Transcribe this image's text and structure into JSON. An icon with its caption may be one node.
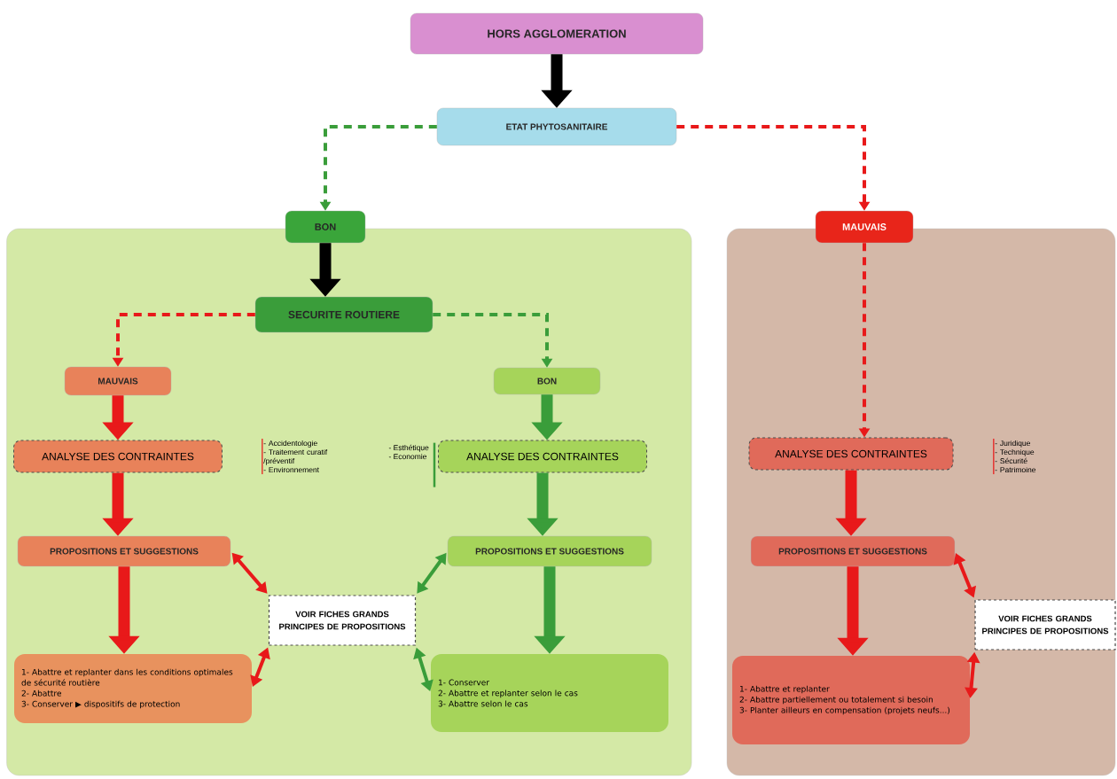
{
  "diagram": {
    "nodes": [
      {
        "text": [
          "HORS AGGLOMERATION"
        ]
      },
      {
        "text": [
          "ETAT PHYTOSANITAIRE"
        ]
      },
      {
        "text": [],
        "shape": "box"
      },
      {
        "text": [],
        "shape": "box"
      },
      {
        "text": [
          "BON"
        ]
      },
      {
        "text": [
          "MAUVAIS"
        ]
      },
      {
        "text": [
          "SECURITE ROUTIERE"
        ],
        "in": 2
      },
      {
        "text": [
          "MAUVAIS"
        ],
        "in": 2
      },
      {
        "text": [
          "BON"
        ],
        "in": 2
      },
      {
        "text": [
          "ANALYSE DES CONTRAINTES"
        ],
        "in": 2,
        "beside": [
          "- Accidentologie",
          "- Traitement curatif /préventif",
          "- Environnement"
        ]
      },
      {
        "text": [
          "ANALYSE DES CONTRAINTES"
        ],
        "in": 2,
        "beside": [
          "- Esthétique",
          "- Economie"
        ]
      },
      {
        "text": [
          "PROPOSITIONS ET SUGGESTIONS"
        ],
        "in": 2
      },
      {
        "text": [
          "PROPOSITIONS ET SUGGESTIONS"
        ],
        "in": 2
      },
      {
        "text": [
          "VOIR FICHES GRANDS PRINCIPES DE PROPOSITIONS"
        ],
        "in": 2
      },
      {
        "text": [
          "1- Abattre et replanter dans les conditions optimales de sécurité routière",
          "2- Abattre",
          "3- Conserver ▶ dispositifs de protection"
        ],
        "in": 2
      },
      {
        "text": [
          "1- Conserver",
          "2- Abattre et replanter selon le cas",
          "3- Abattre selon le cas"
        ],
        "in": 2
      },
      {
        "text": [
          "ANALYSE DES CONTRAINTES"
        ],
        "in": 3,
        "beside": [
          "- Juridique",
          "- Technique",
          "- Sécurité",
          "- Patrimoine"
        ]
      },
      {
        "text": [
          "PROPOSITIONS ET SUGGESTIONS"
        ],
        "in": 3
      },
      {
        "text": [
          "VOIR FICHES GRANDS PRINCIPES DE PROPOSITIONS"
        ],
        "in": 3
      },
      {
        "text": [
          "1- Abattre et replanter",
          "2- Abattre partiellement ou totalement si besoin",
          "3- Planter ailleurs en compensation (projets neufs...)"
        ],
        "in": 3
      }
    ],
    "edges": [
      {
        "from": 0,
        "to": 1,
        "arrow": "to",
        "style": "thick",
        "color": "#000000"
      },
      {
        "from": 1,
        "to": 4,
        "arrow": "to",
        "style": "dashed",
        "color": "#3a9d3a"
      },
      {
        "from": 1,
        "to": 5,
        "arrow": "to",
        "style": "dashed",
        "color": "#e8191a"
      },
      {
        "from": 4,
        "to": 6,
        "arrow": "to",
        "style": "thick",
        "color": "#000000"
      },
      {
        "from": 6,
        "to": 7,
        "arrow": "to",
        "style": "dashed",
        "color": "#e8191a"
      },
      {
        "from": 6,
        "to": 8,
        "arrow": "to",
        "style": "dashed",
        "color": "#3a9d3a"
      },
      {
        "from": 7,
        "to": 9,
        "arrow": "to",
        "style": "thick",
        "color": "#e8191a"
      },
      {
        "from": 9,
        "to": 11,
        "arrow": "to",
        "style": "thick",
        "color": "#e8191a"
      },
      {
        "from": 11,
        "to": 14,
        "arrow": "to",
        "style": "thick",
        "color": "#e8191a"
      },
      {
        "from": 8,
        "to": 10,
        "arrow": "to",
        "style": "thick",
        "color": "#3a9d3a"
      },
      {
        "from": 10,
        "to": 12,
        "arrow": "to",
        "style": "thick",
        "color": "#3a9d3a"
      },
      {
        "from": 12,
        "to": 15,
        "arrow": "to",
        "style": "thick",
        "color": "#3a9d3a"
      },
      {
        "from": 11,
        "to": 13,
        "arrow": "both",
        "color": "#e8191a"
      },
      {
        "from": 14,
        "to": 13,
        "arrow": "both",
        "color": "#e8191a"
      },
      {
        "from": 12,
        "to": 13,
        "arrow": "both",
        "color": "#3a9d3a"
      },
      {
        "from": 15,
        "to": 13,
        "arrow": "both",
        "color": "#3a9d3a"
      },
      {
        "from": 5,
        "to": 16,
        "arrow": "to",
        "style": "dashed",
        "color": "#e8191a"
      },
      {
        "from": 16,
        "to": 17,
        "arrow": "to",
        "style": "thick",
        "color": "#e8191a"
      },
      {
        "from": 17,
        "to": 19,
        "arrow": "to",
        "style": "thick",
        "color": "#e8191a"
      },
      {
        "from": 17,
        "to": 18,
        "arrow": "both",
        "color": "#e8191a"
      },
      {
        "from": 19,
        "to": 18,
        "arrow": "both",
        "color": "#e8191a"
      }
    ]
  }
}
